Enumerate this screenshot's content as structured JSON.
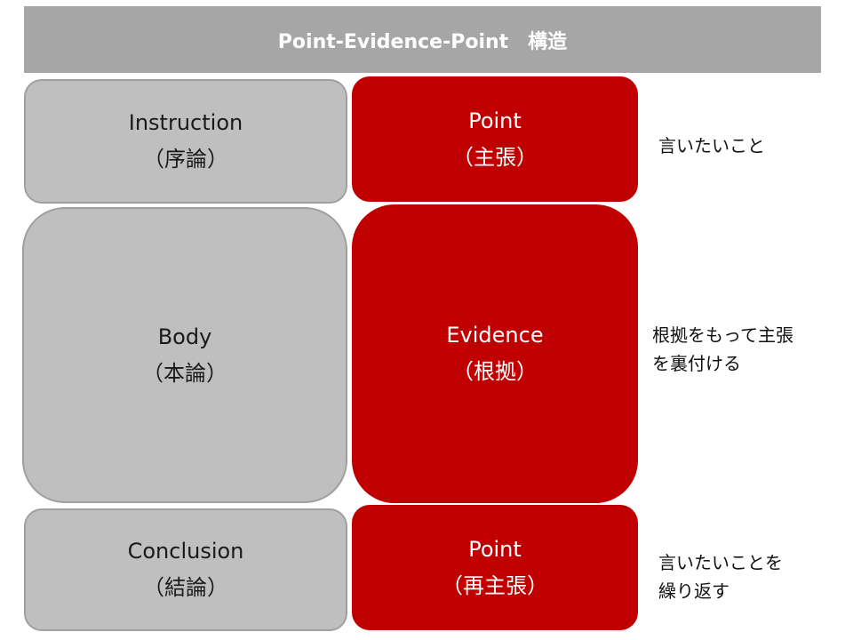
{
  "header": {
    "title": "Point-Evidence-Point　構造"
  },
  "left_column": {
    "intro": {
      "line1": "Instruction",
      "line2": "（序論）"
    },
    "body": {
      "line1": "Body",
      "line2": "（本論）"
    },
    "conclusion": {
      "line1": "Conclusion",
      "line2": "（結論）"
    }
  },
  "right_column": {
    "point1": {
      "line1": "Point",
      "line2": "（主張）"
    },
    "evidence": {
      "line1": "Evidence",
      "line2": "（根拠）"
    },
    "point2": {
      "line1": "Point",
      "line2": "（再主張）"
    }
  },
  "notes": {
    "point1": {
      "line1": "言いたいこと"
    },
    "evidence": {
      "line1": "根拠をもって主張",
      "line2": "を裏付ける"
    },
    "point2": {
      "line1": "言いたいことを",
      "line2": "繰り返す"
    }
  },
  "colors": {
    "header_bg": "#a6a6a6",
    "gray_box": "#bfbfbf",
    "red_box": "#c00000"
  }
}
